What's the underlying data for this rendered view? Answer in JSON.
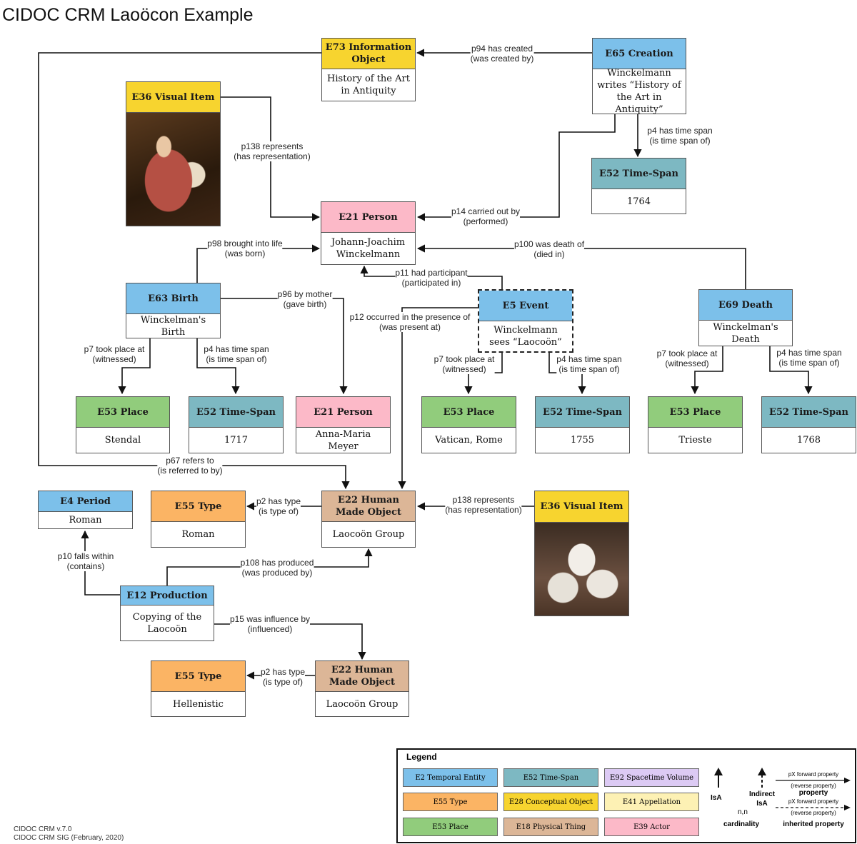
{
  "title": "CIDOC CRM Laoöcon Example",
  "nodes": {
    "e73": {
      "head": "E73 Information Object",
      "body": "History of the Art in Antiquity"
    },
    "e65": {
      "head": "E65 Creation",
      "body": "Winckelmann writes “History of the Art in Antiquity”"
    },
    "e36a": {
      "head": "E36 Visual Item"
    },
    "e52_1764": {
      "head": "E52 Time-Span",
      "body": "1764"
    },
    "e21a": {
      "head": "E21 Person",
      "body": "Johann-Joachim Winckelmann"
    },
    "e63": {
      "head": "E63 Birth",
      "body": "Winckelman's Birth"
    },
    "e5": {
      "head": "E5 Event",
      "body": "Winckelmann sees “Laocoön”"
    },
    "e69": {
      "head": "E69 Death",
      "body": "Winckelman's Death"
    },
    "e53a": {
      "head": "E53 Place",
      "body": "Stendal"
    },
    "e52a": {
      "head": "E52 Time-Span",
      "body": "1717"
    },
    "e21b": {
      "head": "E21 Person",
      "body": "Anna-Maria Meyer"
    },
    "e53b": {
      "head": "E53 Place",
      "body": "Vatican, Rome"
    },
    "e52b": {
      "head": "E52 Time-Span",
      "body": "1755"
    },
    "e53c": {
      "head": "E53 Place",
      "body": "Trieste"
    },
    "e52c": {
      "head": "E52 Time-Span",
      "body": "1768"
    },
    "e4": {
      "head": "E4 Period",
      "body": "Roman"
    },
    "e55a": {
      "head": "E55 Type",
      "body": "Roman"
    },
    "e22a": {
      "head": "E22 Human Made Object",
      "body": "Laocoön Group"
    },
    "e36b": {
      "head": "E36 Visual Item"
    },
    "e12": {
      "head": "E12 Production",
      "body": "Copying of the Laocoön"
    },
    "e55b": {
      "head": "E55 Type",
      "body": "Hellenistic"
    },
    "e22b": {
      "head": "E22 Human Made Object",
      "body": "Laocoön Group"
    }
  },
  "edges": {
    "p94": [
      "p94 has created",
      "(was created by)"
    ],
    "p138a": [
      "p138 represents",
      "(has representation)"
    ],
    "p4a": [
      "p4 has time span",
      "(is time span of)"
    ],
    "p14": [
      "p14 carried out by",
      "(performed)"
    ],
    "p98": [
      "p98 brought into life",
      "(was born)"
    ],
    "p100": [
      "p100 was death of",
      "(died in)"
    ],
    "p11": [
      "p11 had participant",
      "(participated in)"
    ],
    "p96": [
      "p96 by mother",
      "(gave birth)"
    ],
    "p12": [
      "p12 occurred in the presence of",
      "(was present at)"
    ],
    "p7b": [
      "p7 took place at",
      "(witnessed)"
    ],
    "p4b": [
      "p4 has time span",
      "(is time span of)"
    ],
    "p7e": [
      "p7 took place at",
      "(witnessed)"
    ],
    "p4e": [
      "p4 has time span",
      "(is time span of)"
    ],
    "p7d": [
      "p7 took place at",
      "(witnessed)"
    ],
    "p4d": [
      "p4 has time span",
      "(is time span of)"
    ],
    "p67": [
      "p67 refers to",
      "(is referred to by)"
    ],
    "p2a": [
      "p2 has type",
      "(is type of)"
    ],
    "p138b": [
      "p138 represents",
      "(has representation)"
    ],
    "p10": [
      "p10 falls within",
      "(contains)"
    ],
    "p108": [
      "p108 has produced",
      "(was produced by)"
    ],
    "p15": [
      "p15 was influence by",
      "(influenced)"
    ],
    "p2b": [
      "p2 has type",
      "(is type of)"
    ]
  },
  "legend": {
    "title": "Legend",
    "classes": [
      "E2 Temporal Entity",
      "E52 Time-Span",
      "E92 Spacetime Volume",
      "E55 Type",
      "E28 Conceptual Object",
      "E41 Appellation",
      "E53 Place",
      "E18 Physical Thing",
      "E39 Actor"
    ],
    "isa": "IsA",
    "indirect_isa": "Indirect IsA",
    "cardinality_symbol": "n,n",
    "cardinality": "cardinality",
    "fwd": "pX forward property",
    "rev": "(reverse property)",
    "property": "property",
    "fwd2": "pX forward property",
    "rev2": "(reverse property)",
    "inherited": "inherited property"
  },
  "footer": {
    "line1": "CIDOC CRM v.7.0",
    "line2": "CIDOC CRM SIG (February, 2020)"
  }
}
